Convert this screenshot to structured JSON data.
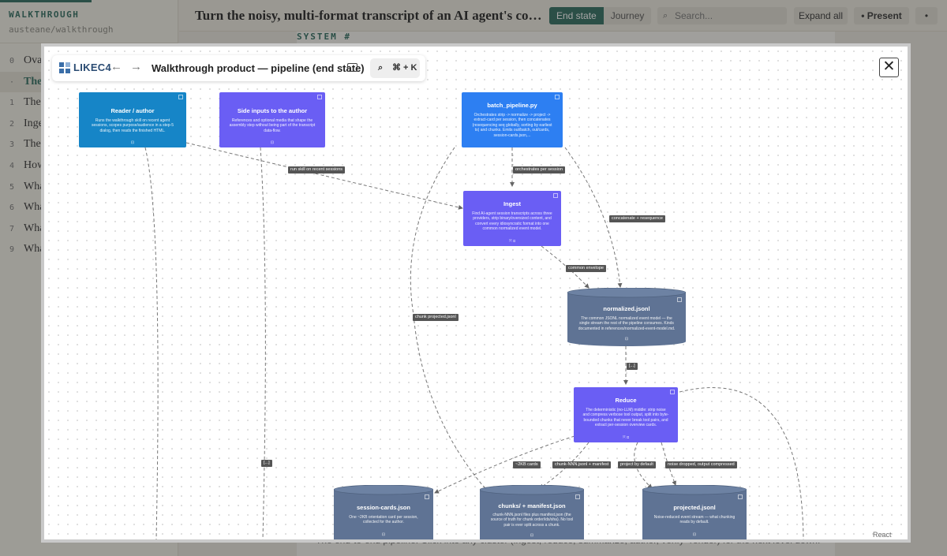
{
  "sidebar": {
    "title": "WALKTHROUGH",
    "repo": "austeane/walkthrough",
    "items": [
      {
        "num": "0",
        "label": "Ova"
      },
      {
        "num": "·",
        "label": "The"
      },
      {
        "num": "1",
        "label": "The"
      },
      {
        "num": "2",
        "label": "Inge"
      },
      {
        "num": "3",
        "label": "The"
      },
      {
        "num": "4",
        "label": "How"
      },
      {
        "num": "5",
        "label": "Wha"
      },
      {
        "num": "6",
        "label": "Wha"
      },
      {
        "num": "7",
        "label": "Wha"
      },
      {
        "num": "9",
        "label": "Wha"
      }
    ]
  },
  "header": {
    "title": "Turn the noisy, multi-format transcript of an AI agent's coding sess...",
    "tabs": [
      "End state",
      "Journey"
    ],
    "active_tab": "End state",
    "search_placeholder": "Search...",
    "search_glyph": "⌕",
    "expand_all": "Expand all",
    "present": "Present",
    "present_glyph": "•",
    "more": "•"
  },
  "main": {
    "section_label": "SYSTEM  #",
    "footer_text": "The end-to-end pipeline. Click into any cluster (ingest, reduce, summarize, author, verify+render) for the next level down."
  },
  "diagram": {
    "logo_text": "LIKEC4",
    "back_glyph": "←",
    "forward_glyph": "→",
    "title": "Walkthrough product — pipeline (end state)",
    "search_glyph": "⌕",
    "search_shortcut": "⌘ + K",
    "close_glyph": "✕",
    "badge": "React Flow",
    "nodes": {
      "reader": {
        "title": "Reader / author",
        "desc": "Runs the walkthrough skill on recent agent sessions, scopes purpose/audience in a step-5 dialog, then reads the finished HTML.",
        "icon": "⊡"
      },
      "side": {
        "title": "Side inputs to the author",
        "desc": "References and optional media that shape the assembly step without being part of the transcript data-flow.",
        "icon": "⊡"
      },
      "batch": {
        "title": "batch_pipeline.py",
        "desc": "Orchestrates strip -> normalize -> project -> extract-card per session, then concatenates (resequencing seq globally, sorting by earliest ts) and chunks. Emits out/batch, out/cards, session-cards.json,...",
        "icon": "⊡"
      },
      "ingest": {
        "title": "Ingest",
        "desc": "Find AI-agent session transcripts across three providers, strip binary/oversized content, and convert every idiosyncratic format into one common normalized event model.",
        "icon": "⤧ ⊡"
      },
      "normalized": {
        "title": "normalized.jsonl",
        "desc": "The common JSONL normalized event model — the single stream the rest of the pipeline consumes. Kinds documented in references/normalized-event-model.md.",
        "icon": "⊡"
      },
      "reduce": {
        "title": "Reduce",
        "desc": "The deterministic (no-LLM) middle: strip noise and compress verbose tool output, split into byte-bounded chunks that never break tool pairs, and extract per-session overview cards.",
        "icon": "⤧ ⊡"
      },
      "cards": {
        "title": "session-cards.json",
        "desc": "One ~2KB orientation card per session, collected for the author.",
        "icon": "⊡"
      },
      "chunks": {
        "title": "chunks/ + manifest.json",
        "desc": "chunk-NNN.jsonl files plus manifest.json (the source of truth for chunk order/ids/sha). No tool pair is ever split across a chunk.",
        "icon": "⊡"
      },
      "projected": {
        "title": "projected.jsonl",
        "desc": "Noise-reduced event stream — what chunking reads by default.",
        "icon": "⊡"
      }
    },
    "edge_labels": {
      "run_skill": "run skill on recent sessions",
      "orchestrates": "orchestrates per session",
      "concatenate": "concatenate + resequence",
      "common_envelope": "common envelope",
      "chunk_projected": "chunk projected.jsonl",
      "ellipsis_a": "[...]",
      "ellipsis_b": "[...]",
      "cards_2kb": "~2KB cards",
      "chunk_manifest": "chunk-NNN.jsonl + manifest",
      "project_default": "project by default",
      "noise_dropped": "noise dropped, output compressed"
    }
  }
}
